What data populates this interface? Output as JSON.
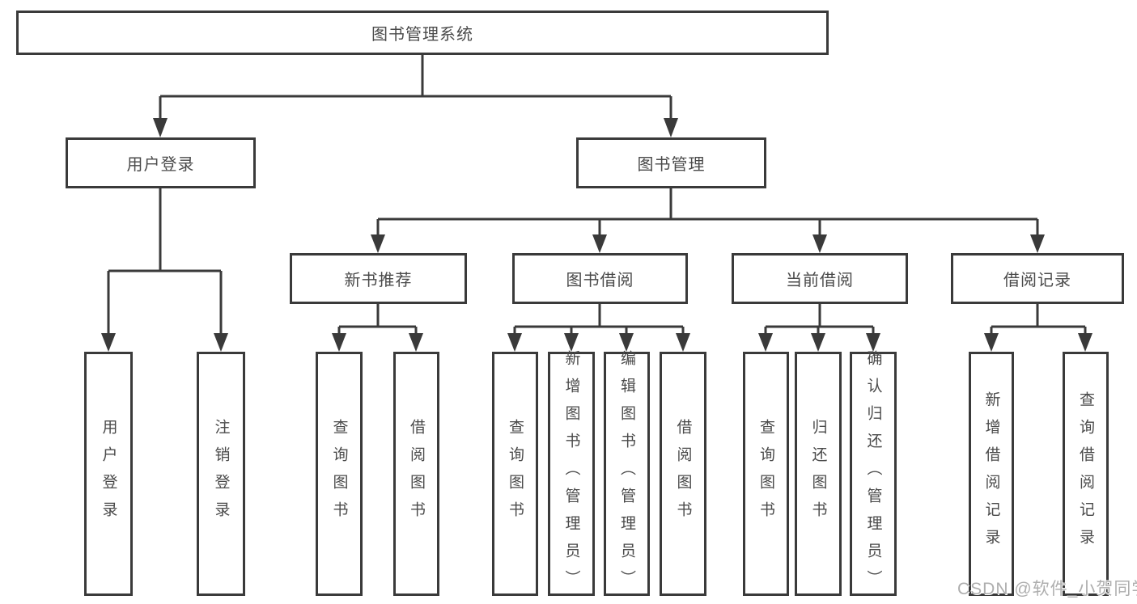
{
  "tree": {
    "label": "图书管理系统",
    "children": [
      {
        "label": "用户登录",
        "children": [
          {
            "label": "用户登录"
          },
          {
            "label": "注销登录"
          }
        ]
      },
      {
        "label": "图书管理",
        "children": [
          {
            "label": "新书推荐",
            "children": [
              {
                "label": "查询图书"
              },
              {
                "label": "借阅图书"
              }
            ]
          },
          {
            "label": "图书借阅",
            "children": [
              {
                "label": "查询图书"
              },
              {
                "label": "新增图书（管理员）"
              },
              {
                "label": "编辑图书（管理员）"
              },
              {
                "label": "借阅图书"
              }
            ]
          },
          {
            "label": "当前借阅",
            "children": [
              {
                "label": "查询图书"
              },
              {
                "label": "归还图书"
              },
              {
                "label": "确认归还（管理员）"
              }
            ]
          },
          {
            "label": "借阅记录",
            "children": [
              {
                "label": "新增借阅记录"
              },
              {
                "label": "查询借阅记录"
              }
            ]
          }
        ]
      }
    ]
  },
  "watermark": {
    "text": "CSDN @软件_小贺同学"
  },
  "colors": {
    "line": "#3a3a3a",
    "text": "#4a4a4a",
    "watermark": "#aeaeae",
    "background": "#ffffff"
  }
}
